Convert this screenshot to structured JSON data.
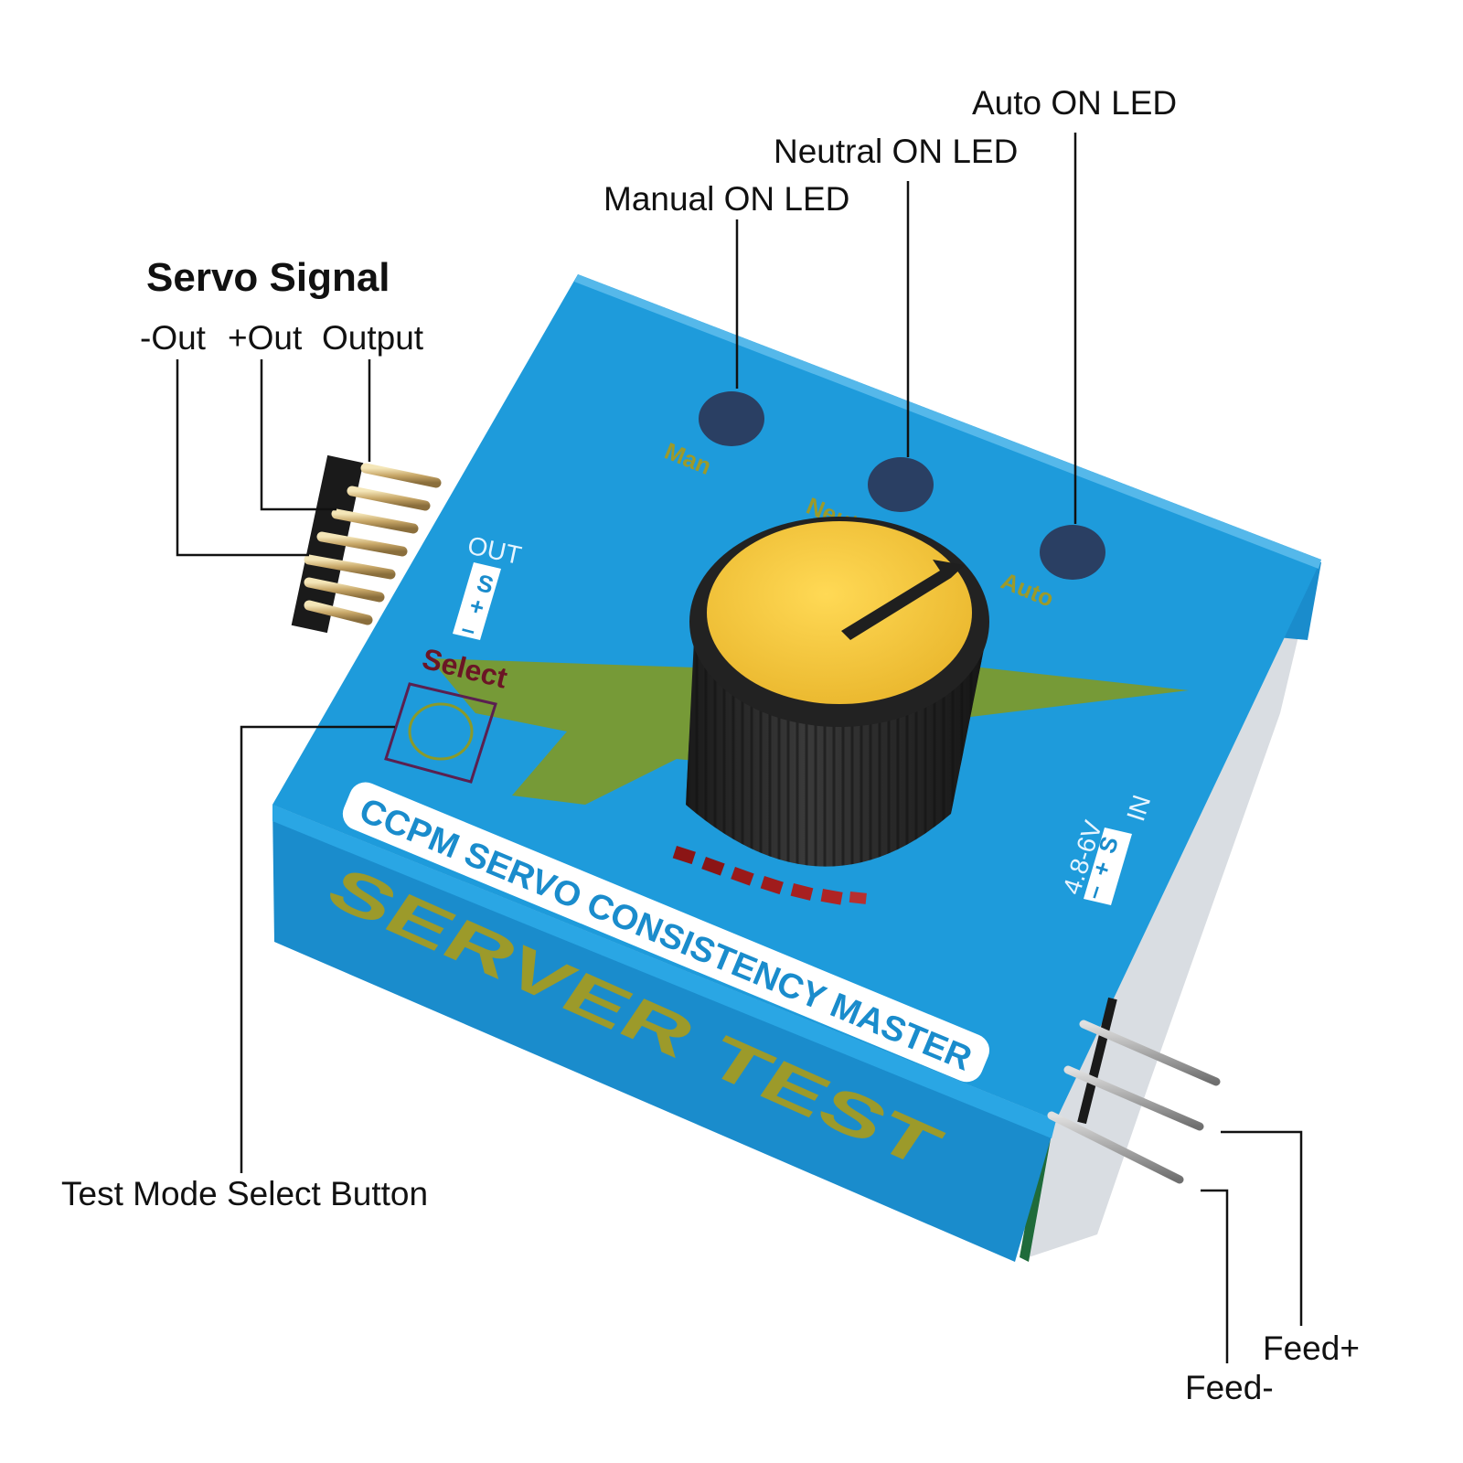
{
  "colors": {
    "box_top": "#1e9bdb",
    "box_front": "#1a8ccc",
    "box_side": "#1372a8",
    "led_dark": "#2a3f63",
    "knob_yellow": "#f2c43a",
    "knob_black": "#2a2a2a",
    "arrow_green": "#7b9a2e",
    "label_red": "#cc1111",
    "label_yellow": "#e8b400",
    "print_yellow": "#9c9a2a",
    "banner_text": "#1a8ccc"
  },
  "callouts": {
    "servo_signal_title": "Servo Signal",
    "out_minus": "-Out",
    "out_plus": "+Out",
    "output": "Output",
    "manual_led": "Manual ON LED",
    "neutral_led": "Neutral ON LED",
    "auto_led": "Auto ON LED",
    "select_button": "Test Mode Select Button",
    "feed_plus": "Feed+",
    "feed_minus": "Feed-"
  },
  "device": {
    "led_man": "Man",
    "led_neutral": "Neutral",
    "led_auto": "Auto",
    "select": "Select",
    "out_header": "OUT",
    "out_s": "S",
    "out_plus": "+",
    "out_minus": "–",
    "in_header": "IN",
    "in_s": "S",
    "in_plus": "+",
    "in_minus": "–",
    "voltage": "4.8-6V",
    "banner": "CCPM SERVO CONSISTENCY MASTER",
    "front_print": "SERVER TEST"
  }
}
